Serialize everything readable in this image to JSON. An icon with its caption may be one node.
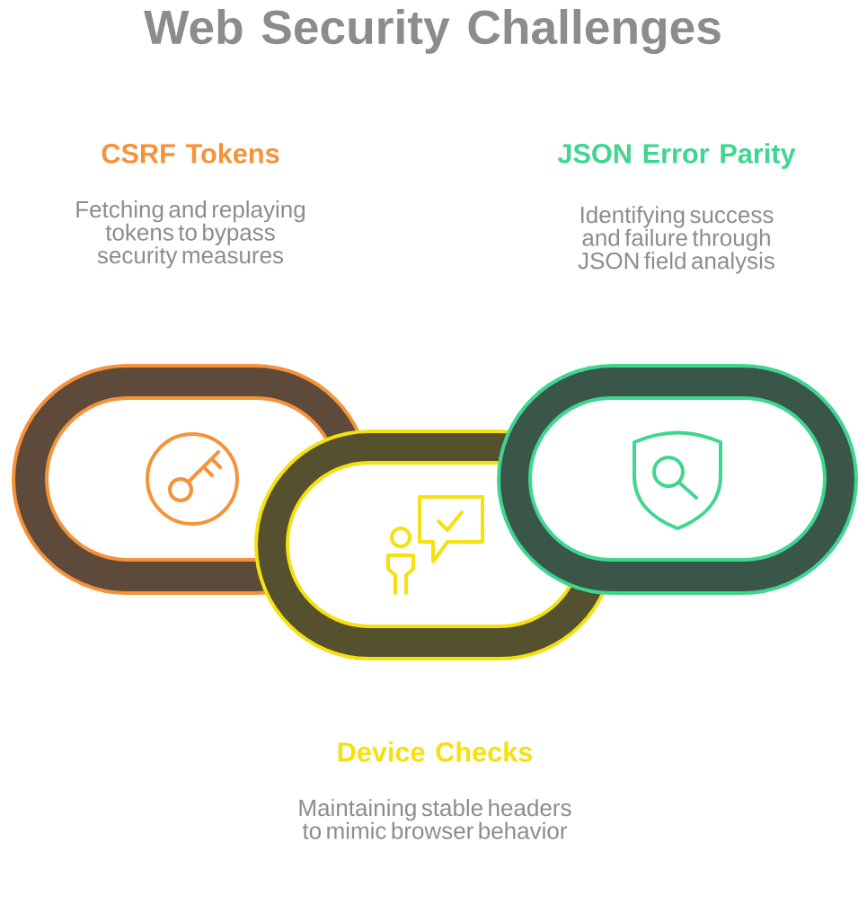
{
  "diagram": {
    "title": "Web Security Challenges",
    "nodes": [
      {
        "text": [
          "CSRF Tokens",
          "Fetching and replaying tokens to bypass security measures"
        ]
      },
      {
        "text": [
          "JSON Error Parity",
          "Identifying success and failure through JSON field analysis"
        ]
      },
      {
        "text": [
          "Device Checks",
          "Maintaining stable headers to mimic browser behavior"
        ]
      }
    ]
  }
}
